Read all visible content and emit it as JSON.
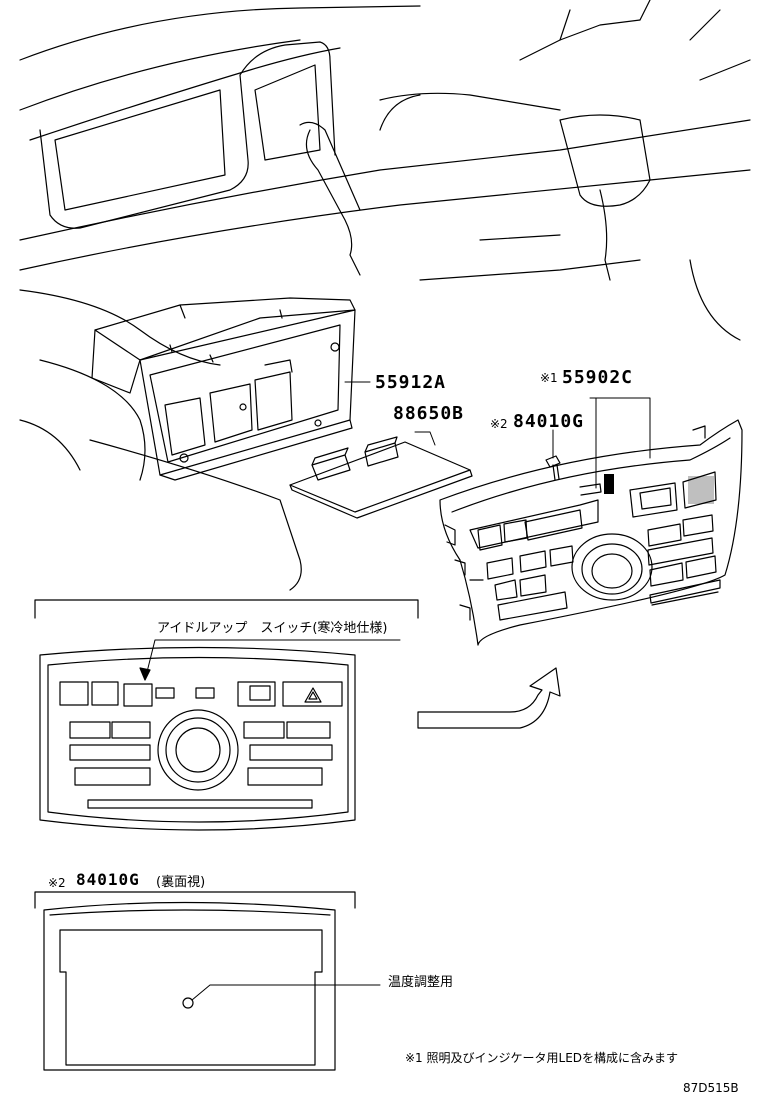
{
  "parts": {
    "p55912a": "55912A",
    "p88650b": "88650B",
    "p55902c_mark": "※1",
    "p55902c": "55902C",
    "p84010g_mark": "※2",
    "p84010g": "84010G"
  },
  "detail_top": {
    "callout": "アイドルアップ　スイッチ(寒冷地仕様)"
  },
  "detail_bottom": {
    "mark": "※2",
    "part": "84010G",
    "note": "(裏面視)",
    "callout": "温度調整用"
  },
  "footnote": "※1 照明及びインジケータ用LEDを構成に含みます",
  "drawing_code": "87D515B"
}
